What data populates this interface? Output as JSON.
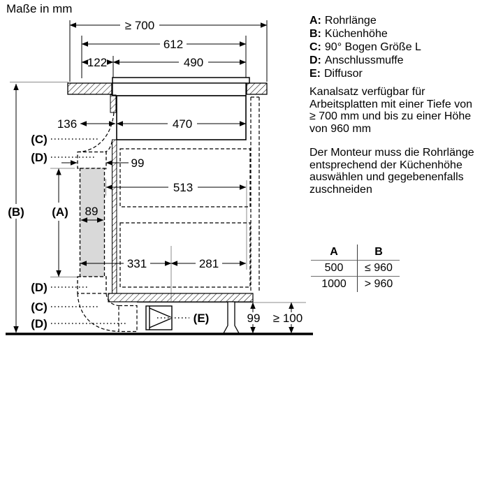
{
  "title": "Maße in mm",
  "legend": {
    "items": [
      {
        "key": "A:",
        "label": "Rohrlänge"
      },
      {
        "key": "B:",
        "label": "Küchenhöhe"
      },
      {
        "key": "C:",
        "label": "90° Bogen Größe L"
      },
      {
        "key": "D:",
        "label": "Anschlussmuffe"
      },
      {
        "key": "E:",
        "label": "Diffusor"
      }
    ]
  },
  "notes": {
    "p1": "Kanalsatz verfügbar für\nArbeitsplatten mit einer Tiefe von\n≥ 700 mm und bis zu einer Höhe\nvon 960 mm",
    "p2": "Der Monteur muss die Rohrlänge\nentsprechend der Küchenhöhe\nauswählen und gegebenenfalls\nzuschneiden"
  },
  "table": {
    "headers": [
      "A",
      "B"
    ],
    "rows": [
      [
        "500",
        "≤ 960"
      ],
      [
        "1000",
        "> 960"
      ]
    ]
  },
  "dims": {
    "depth": "≥ 700",
    "d612": "612",
    "d122": "122",
    "d490": "490",
    "d470": "470",
    "d136": "136",
    "d99_offset": "99",
    "d513": "513",
    "d89": "89",
    "d331": "331",
    "d281": "281",
    "d99_base": "99",
    "clearance": "≥ 100"
  },
  "labels": {
    "a": "(A)",
    "b": "(B)",
    "c": "(C)",
    "d": "(D)",
    "e": "(E)"
  },
  "colors": {
    "line": "#000000",
    "reference_gray": "#8c8c8c",
    "pipe_fill": "#d9d9d9"
  }
}
